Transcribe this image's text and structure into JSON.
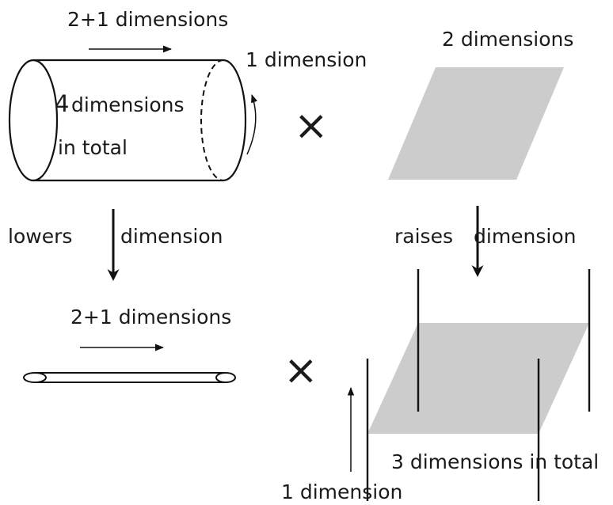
{
  "colors": {
    "ink": "#111111",
    "plane_fill": "#cccccc",
    "background": "#ffffff"
  },
  "top_left": {
    "time_label": "2+1 dimensions",
    "circle_label": "1 dimension",
    "total_number": "4",
    "total_line1": "dimensions",
    "total_line2": "in total"
  },
  "top_right": {
    "plane_label": "2 dimensions"
  },
  "operators": {
    "times_top": "×",
    "times_bottom": "×"
  },
  "arrows": {
    "lower_label_a": "lowers",
    "lower_label_b": "dimension",
    "raise_label_a": "raises",
    "raise_label_b": "dimension"
  },
  "bottom_left": {
    "time_label": "2+1 dimensions"
  },
  "bottom_right": {
    "total_label": "3 dimensions in total",
    "extra_label": "1 dimension"
  }
}
